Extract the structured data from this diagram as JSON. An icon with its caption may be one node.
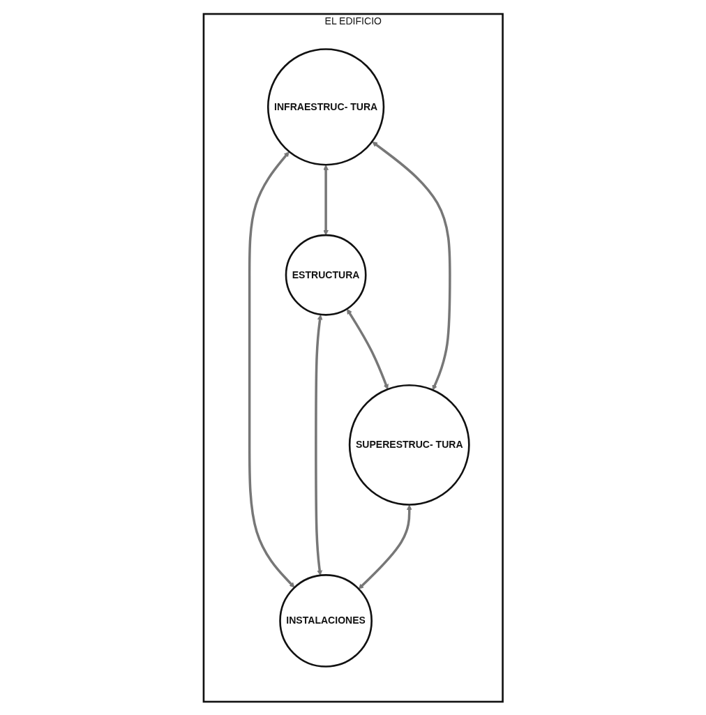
{
  "diagram": {
    "nodes": [
      {
        "text": [
          "EL EDIFICIO"
        ]
      },
      {
        "text": [
          "INFRAESTRUC- TURA"
        ],
        "in": 0
      },
      {
        "text": [
          "ESTRUCTURA"
        ],
        "in": 0
      },
      {
        "text": [
          "SUPERESTRUC- TURA"
        ],
        "in": 0
      },
      {
        "text": [
          "INSTALACIONES"
        ],
        "in": 0
      }
    ],
    "edges": [
      {
        "from": 1,
        "to": 2,
        "arrow": "both"
      },
      {
        "from": 1,
        "to": 4,
        "arrow": "both"
      },
      {
        "from": 2,
        "to": 3,
        "arrow": "both"
      },
      {
        "from": 1,
        "to": 3,
        "arrow": "both"
      },
      {
        "from": 2,
        "to": 4,
        "arrow": "both"
      },
      {
        "from": 3,
        "to": 4,
        "arrow": "both"
      }
    ]
  }
}
